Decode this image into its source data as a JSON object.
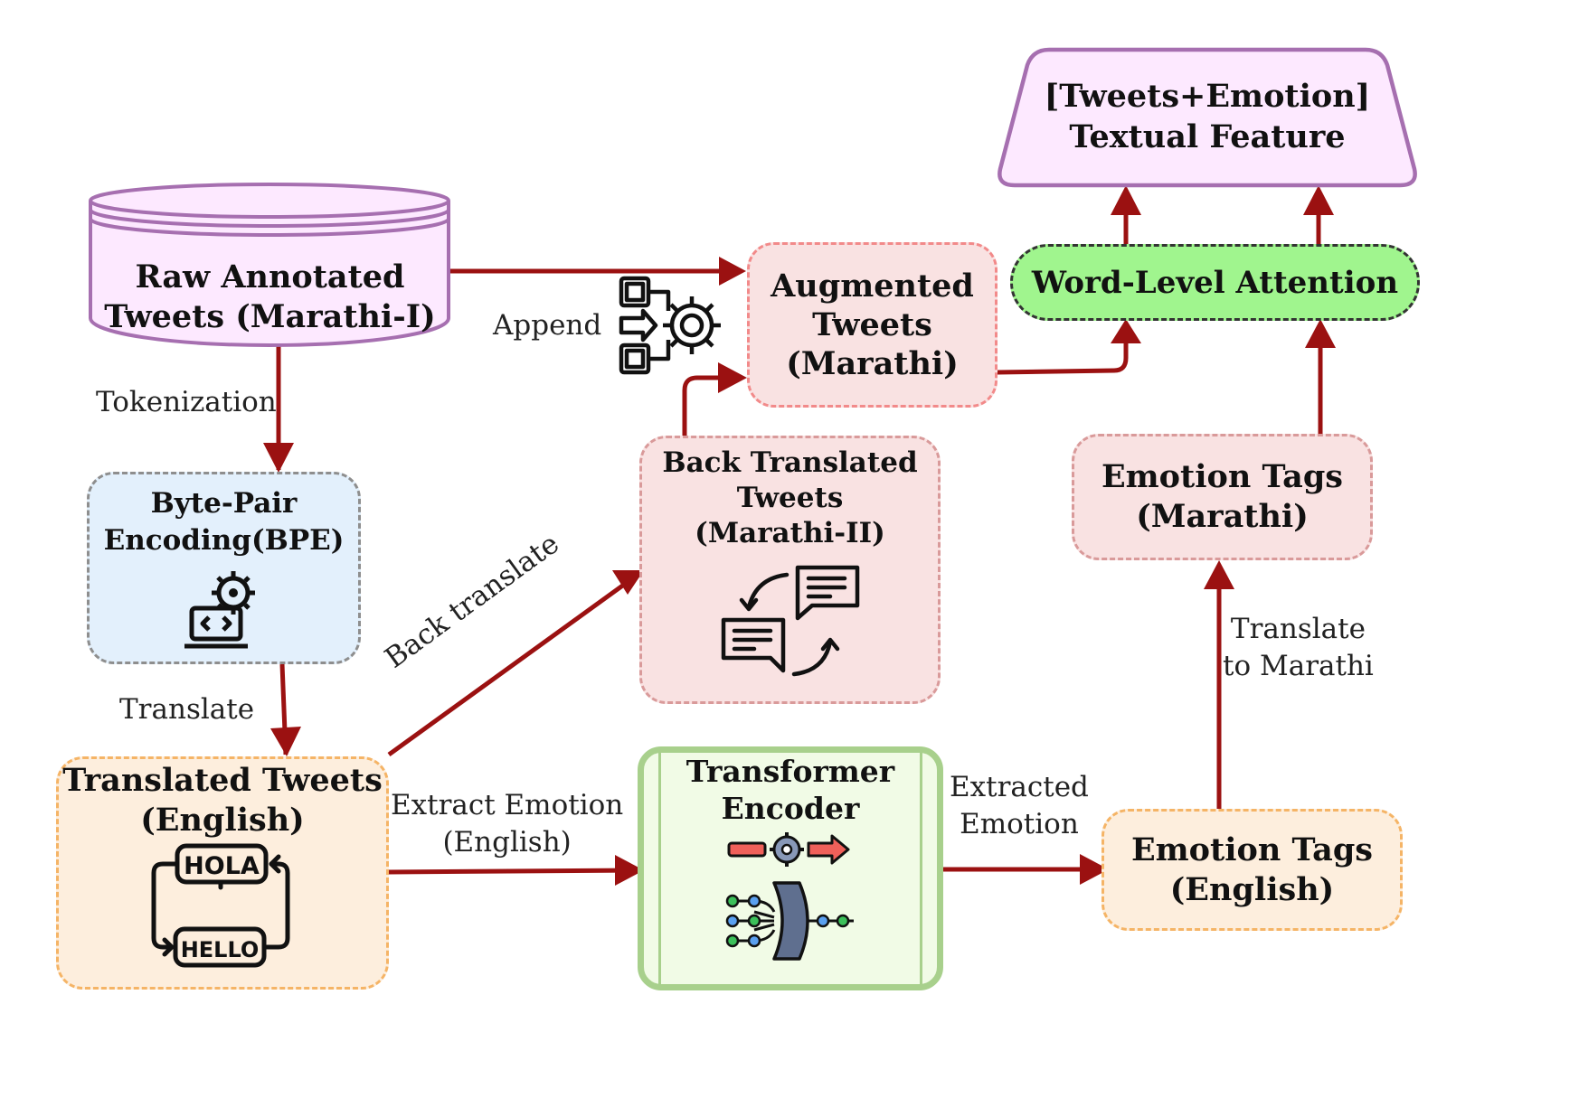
{
  "nodes": {
    "raw": "Raw Annotated\nTweets (Marathi-I)",
    "bpe": "Byte-Pair\nEncoding(BPE)",
    "translated": "Translated Tweets\n(English)",
    "augmented": "Augmented\nTweets\n(Marathi)",
    "back_translated": "Back Translated\nTweets\n(Marathi-II)",
    "transformer": "Transformer\nEncoder",
    "emotion_en": "Emotion Tags\n(English)",
    "emotion_mr": "Emotion Tags\n(Marathi)",
    "attention": "Word-Level Attention",
    "feature": "[Tweets+Emotion]\nTextual Feature"
  },
  "icons": {
    "hola": "HOLA",
    "hello": "HELLO"
  },
  "edges": {
    "tokenization": "Tokenization",
    "translate": "Translate",
    "append": "Append",
    "back_translate": "Back translate",
    "extract_emotion": "Extract Emotion\n(English)",
    "extracted_emotion": "Extracted\nEmotion",
    "translate_marathi": "Translate\nto Marathi"
  },
  "colors": {
    "arrow": "#9b1111",
    "purple_fill": "#fde9ff",
    "purple_border": "#a66fb0",
    "blue_fill": "#e3f0fc",
    "gray_border": "#8e8e8e",
    "orange_fill": "#fdeedd",
    "orange_border": "#f5b466",
    "pink_fill": "#f9e2e2",
    "pink_border": "#f28a8a",
    "rose_border": "#d99a9a",
    "green_fill": "#f1fbe6",
    "green_border": "#a8d08c",
    "attention_fill": "#a0f58e"
  }
}
